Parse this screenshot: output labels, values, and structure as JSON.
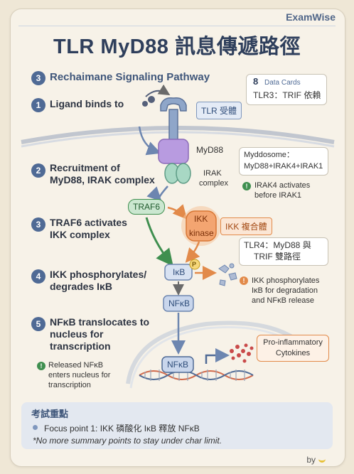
{
  "brand": "ExamWise",
  "title": "TLR MyD88 訊息傳遞路徑",
  "subtitle": {
    "number": "3",
    "text": "Rechaimane Signaling Pathway"
  },
  "data_cards": {
    "count": "8",
    "label": "Data Cards",
    "line": "TLR3：TRIF 依賴"
  },
  "steps": [
    {
      "n": "1",
      "text": "Ligand binds to"
    },
    {
      "n": "2",
      "line1": "Recruitment of",
      "line2": "MyD88, IRAK complex"
    },
    {
      "n": "3",
      "line1": "TRAF6 activates",
      "line2": "IKK complex"
    },
    {
      "n": "4",
      "line1": "IKK phosphorylates/",
      "line2": "degrades IκB"
    },
    {
      "n": "5",
      "line1": "NFκB translocates to",
      "line2": "nucleus for",
      "line3": "transcription"
    }
  ],
  "labels": {
    "tlr_tag": "TLR 受體",
    "myd88": "MyD88",
    "irak1": "IRAK",
    "irak2": "complex",
    "traf6": "TRAF6",
    "ikk1": "IKK",
    "ikk2": "kinase",
    "ikk_tag": "IKK 複合體",
    "ikb": "IκB",
    "p": "P",
    "nfkb_top": "NFκB",
    "nfkb_nucleus": "NFκB",
    "cytokines1": "Pro-inflammatory",
    "cytokines2": "Cytokines"
  },
  "myddosome": {
    "line1": "Myddosome：",
    "line2": "MyD88+IRAK4+IRAK1"
  },
  "notes": {
    "irak_l1": "IRAK4 activates",
    "irak_l2": "before IRAK1",
    "tlr4_l1": "TLR4：MyD88 與",
    "tlr4_l2": "TRIF 雙路徑",
    "ikk_l1": "IKK phosphorylates",
    "ikk_l2": "IκB for degradation",
    "ikk_l3": "and NFκB release",
    "nfkb_l1": "Released NFκB",
    "nfkb_l2": "enters nucleus for",
    "nfkb_l3": "transcription"
  },
  "note_icons": {
    "green": "!",
    "orange": "!"
  },
  "summary": {
    "title": "考試重點",
    "point": "Focus point 1: IKK 磷酸化 IκB 釋放 NFκB",
    "extra": "*No more summary points to stay under char limit."
  },
  "byline": "by",
  "colors": {
    "blue": "#4f6a95",
    "orange": "#e28a4a",
    "green": "#3f8f4f",
    "purple": "#a88ccf",
    "teal": "#8cc4b0"
  }
}
